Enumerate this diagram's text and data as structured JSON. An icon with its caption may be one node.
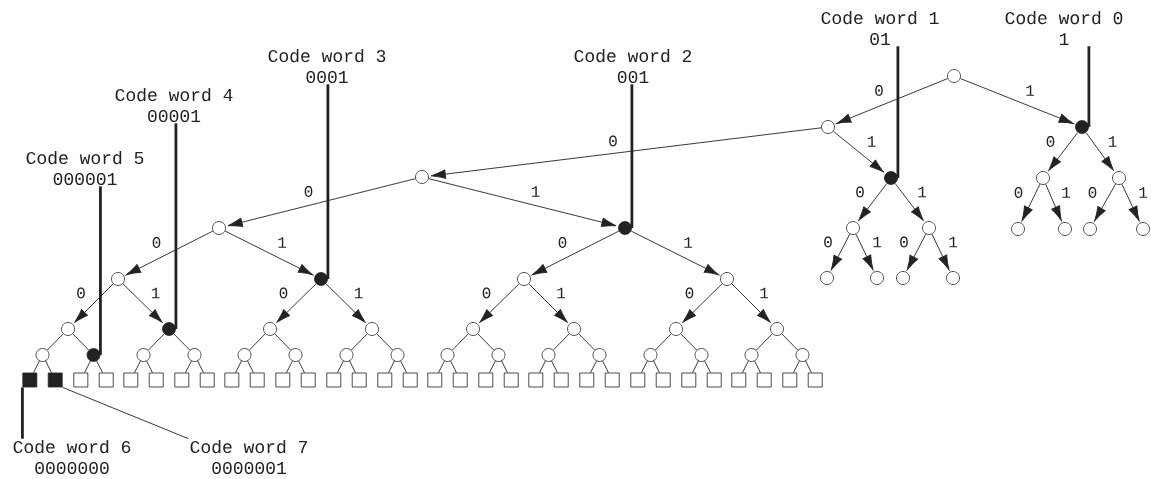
{
  "diagram": {
    "nodes": [
      {
        "text": [
          "Code word 1",
          "01"
        ]
      },
      {
        "text": [
          "Code word 0",
          "1"
        ]
      },
      {
        "text": [
          "Code word 3",
          "0001"
        ]
      },
      {
        "text": [
          "Code word 2",
          "001"
        ]
      },
      {
        "text": [
          "Code word 4",
          "00001"
        ]
      },
      {
        "text": [
          "Code word 5",
          "000001"
        ]
      },
      {
        "text": [],
        "shape": "circle"
      },
      {
        "text": [],
        "shape": "circle"
      },
      {
        "text": [],
        "shape": "circle"
      },
      {
        "text": [],
        "shape": "circle"
      },
      {
        "text": [],
        "shape": "circle"
      },
      {
        "text": [],
        "shape": "circle"
      },
      {
        "text": [],
        "shape": "circle"
      },
      {
        "text": [],
        "shape": "circle"
      },
      {
        "text": [],
        "shape": "circle"
      },
      {
        "text": [],
        "shape": "circle"
      },
      {
        "text": [],
        "shape": "circle"
      },
      {
        "text": [],
        "shape": "circle"
      },
      {
        "text": [],
        "shape": "circle"
      },
      {
        "text": [],
        "shape": "circle"
      },
      {
        "text": [],
        "shape": "circle"
      },
      {
        "text": [],
        "shape": "circle"
      },
      {
        "text": [],
        "shape": "circle"
      },
      {
        "text": [],
        "shape": "circle"
      },
      {
        "text": [],
        "shape": "circle"
      },
      {
        "text": [],
        "shape": "circle"
      },
      {
        "text": [],
        "shape": "circle"
      },
      {
        "text": [],
        "shape": "circle"
      },
      {
        "text": [],
        "shape": "circle"
      },
      {
        "text": [],
        "shape": "circle"
      },
      {
        "text": [],
        "shape": "circle"
      },
      {
        "text": [],
        "shape": "circle"
      },
      {
        "text": [],
        "shape": "circle"
      },
      {
        "text": [],
        "shape": "circle"
      },
      {
        "text": [],
        "shape": "circle"
      },
      {
        "text": [],
        "shape": "circle"
      },
      {
        "text": [],
        "shape": "circle"
      },
      {
        "text": [],
        "shape": "circle"
      },
      {
        "text": [],
        "shape": "circle"
      },
      {
        "text": [],
        "shape": "circle"
      },
      {
        "text": [],
        "shape": "circle"
      },
      {
        "text": [],
        "shape": "circle"
      },
      {
        "text": [],
        "shape": "circle"
      },
      {
        "text": [],
        "shape": "circle"
      },
      {
        "text": [],
        "shape": "circle"
      },
      {
        "text": [],
        "shape": "circle"
      },
      {
        "text": [],
        "shape": "circle"
      },
      {
        "text": [],
        "shape": "circle"
      },
      {
        "text": [],
        "shape": "circle"
      },
      {
        "text": [],
        "shape": "circle"
      },
      {
        "text": [],
        "shape": "circle"
      },
      {
        "text": [],
        "shape": "circle"
      },
      {
        "text": [],
        "shape": "circle"
      },
      {
        "text": [],
        "shape": "box"
      },
      {
        "text": [],
        "shape": "box"
      },
      {
        "text": [],
        "shape": "box"
      },
      {
        "text": [],
        "shape": "box"
      },
      {
        "text": [],
        "shape": "box"
      },
      {
        "text": [],
        "shape": "box"
      },
      {
        "text": [],
        "shape": "box"
      },
      {
        "text": [],
        "shape": "box"
      },
      {
        "text": [],
        "shape": "box"
      },
      {
        "text": [],
        "shape": "box"
      },
      {
        "text": [],
        "shape": "box"
      },
      {
        "text": [],
        "shape": "box"
      },
      {
        "text": [],
        "shape": "box"
      },
      {
        "text": [],
        "shape": "box"
      },
      {
        "text": [],
        "shape": "box"
      },
      {
        "text": [],
        "shape": "box"
      },
      {
        "text": [],
        "shape": "box"
      },
      {
        "text": [],
        "shape": "box"
      },
      {
        "text": [],
        "shape": "box"
      },
      {
        "text": [],
        "shape": "box"
      },
      {
        "text": [],
        "shape": "box"
      },
      {
        "text": [],
        "shape": "box"
      },
      {
        "text": [],
        "shape": "box"
      },
      {
        "text": [],
        "shape": "box"
      },
      {
        "text": [],
        "shape": "box"
      },
      {
        "text": [],
        "shape": "box"
      },
      {
        "text": [],
        "shape": "box"
      },
      {
        "text": [],
        "shape": "box"
      },
      {
        "text": [],
        "shape": "box"
      },
      {
        "text": [],
        "shape": "box"
      },
      {
        "text": [],
        "shape": "box"
      },
      {
        "text": [],
        "shape": "box"
      },
      {
        "text": [
          "Code word 6",
          "0000000"
        ]
      },
      {
        "text": [
          "Code word 7",
          "0000001"
        ]
      }
    ],
    "edges": [
      {
        "from": 6,
        "to": 7,
        "arrow": "to",
        "label": "0"
      },
      {
        "from": 6,
        "to": 8,
        "arrow": "to",
        "label": "1"
      },
      {
        "from": 7,
        "to": 9,
        "arrow": "to",
        "label": "0"
      },
      {
        "from": 7,
        "to": 10,
        "arrow": "to",
        "label": "1"
      },
      {
        "from": 8,
        "to": 11,
        "arrow": "to",
        "label": "0"
      },
      {
        "from": 8,
        "to": 12,
        "arrow": "to",
        "label": "1"
      },
      {
        "from": 9,
        "to": 13,
        "arrow": "to",
        "label": "0"
      },
      {
        "from": 9,
        "to": 14,
        "arrow": "to",
        "label": "1"
      },
      {
        "from": 10,
        "to": 15,
        "arrow": "to",
        "label": "0"
      },
      {
        "from": 10,
        "to": 16,
        "arrow": "to",
        "label": "1"
      },
      {
        "from": 11,
        "to": 17,
        "arrow": "to",
        "label": "0"
      },
      {
        "from": 11,
        "to": 18,
        "arrow": "to",
        "label": "1"
      },
      {
        "from": 12,
        "to": 19,
        "arrow": "to",
        "label": "0"
      },
      {
        "from": 12,
        "to": 20,
        "arrow": "to",
        "label": "1"
      },
      {
        "from": 13,
        "to": 21,
        "arrow": "to",
        "label": "0"
      },
      {
        "from": 13,
        "to": 22,
        "arrow": "to",
        "label": "1"
      },
      {
        "from": 14,
        "to": 23,
        "arrow": "to",
        "label": "0"
      },
      {
        "from": 14,
        "to": 24,
        "arrow": "to",
        "label": "1"
      },
      {
        "from": 15,
        "to": 25,
        "arrow": "to",
        "label": "0"
      },
      {
        "from": 15,
        "to": 26,
        "arrow": "to",
        "label": "1"
      },
      {
        "from": 16,
        "to": 27,
        "arrow": "to",
        "label": "0"
      },
      {
        "from": 16,
        "to": 28,
        "arrow": "to",
        "label": "1"
      },
      {
        "from": 21,
        "to": 29,
        "arrow": "to",
        "label": "0"
      },
      {
        "from": 21,
        "to": 30,
        "arrow": "to",
        "label": "1"
      },
      {
        "from": 22,
        "to": 31,
        "arrow": "to",
        "label": "0"
      },
      {
        "from": 22,
        "to": 32,
        "arrow": "to",
        "label": "1"
      },
      {
        "from": 23,
        "to": 33,
        "arrow": "to",
        "label": "0"
      },
      {
        "from": 23,
        "to": 34,
        "arrow": "to",
        "label": "1"
      },
      {
        "from": 24,
        "to": 35,
        "arrow": "to",
        "label": "0"
      },
      {
        "from": 24,
        "to": 36,
        "arrow": "to",
        "label": "1"
      },
      {
        "from": 29,
        "to": 37,
        "arrow": "none"
      },
      {
        "from": 29,
        "to": 38,
        "arrow": "none"
      },
      {
        "from": 30,
        "to": 39,
        "arrow": "none"
      },
      {
        "from": 30,
        "to": 40,
        "arrow": "none"
      },
      {
        "from": 31,
        "to": 41,
        "arrow": "none"
      },
      {
        "from": 31,
        "to": 42,
        "arrow": "none"
      },
      {
        "from": 32,
        "to": 43,
        "arrow": "none"
      },
      {
        "from": 32,
        "to": 44,
        "arrow": "none"
      },
      {
        "from": 33,
        "to": 45,
        "arrow": "none"
      },
      {
        "from": 33,
        "to": 46,
        "arrow": "none"
      },
      {
        "from": 34,
        "to": 47,
        "arrow": "none"
      },
      {
        "from": 34,
        "to": 48,
        "arrow": "none"
      },
      {
        "from": 35,
        "to": 49,
        "arrow": "none"
      },
      {
        "from": 35,
        "to": 50,
        "arrow": "none"
      },
      {
        "from": 36,
        "to": 51,
        "arrow": "none"
      },
      {
        "from": 36,
        "to": 52,
        "arrow": "none"
      },
      {
        "from": 37,
        "to": 53,
        "arrow": "none"
      },
      {
        "from": 37,
        "to": 54,
        "arrow": "none"
      },
      {
        "from": 38,
        "to": 55,
        "arrow": "none"
      },
      {
        "from": 38,
        "to": 56,
        "arrow": "none"
      },
      {
        "from": 39,
        "to": 57,
        "arrow": "none"
      },
      {
        "from": 39,
        "to": 58,
        "arrow": "none"
      },
      {
        "from": 40,
        "to": 59,
        "arrow": "none"
      },
      {
        "from": 40,
        "to": 60,
        "arrow": "none"
      },
      {
        "from": 41,
        "to": 61,
        "arrow": "none"
      },
      {
        "from": 41,
        "to": 62,
        "arrow": "none"
      },
      {
        "from": 42,
        "to": 63,
        "arrow": "none"
      },
      {
        "from": 42,
        "to": 64,
        "arrow": "none"
      },
      {
        "from": 43,
        "to": 65,
        "arrow": "none"
      },
      {
        "from": 43,
        "to": 66,
        "arrow": "none"
      },
      {
        "from": 44,
        "to": 67,
        "arrow": "none"
      },
      {
        "from": 44,
        "to": 68,
        "arrow": "none"
      },
      {
        "from": 45,
        "to": 69,
        "arrow": "none"
      },
      {
        "from": 45,
        "to": 70,
        "arrow": "none"
      },
      {
        "from": 46,
        "to": 71,
        "arrow": "none"
      },
      {
        "from": 46,
        "to": 72,
        "arrow": "none"
      },
      {
        "from": 47,
        "to": 73,
        "arrow": "none"
      },
      {
        "from": 47,
        "to": 74,
        "arrow": "none"
      },
      {
        "from": 48,
        "to": 75,
        "arrow": "none"
      },
      {
        "from": 48,
        "to": 76,
        "arrow": "none"
      },
      {
        "from": 49,
        "to": 77,
        "arrow": "none"
      },
      {
        "from": 49,
        "to": 78,
        "arrow": "none"
      },
      {
        "from": 50,
        "to": 79,
        "arrow": "none"
      },
      {
        "from": 50,
        "to": 80,
        "arrow": "none"
      },
      {
        "from": 51,
        "to": 81,
        "arrow": "none"
      },
      {
        "from": 51,
        "to": 82,
        "arrow": "none"
      },
      {
        "from": 52,
        "to": 83,
        "arrow": "none"
      },
      {
        "from": 52,
        "to": 84,
        "arrow": "none"
      },
      {
        "from": 0,
        "to": 10,
        "arrow": "none",
        "style": "thick"
      },
      {
        "from": 1,
        "to": 8,
        "arrow": "none",
        "style": "thick"
      },
      {
        "from": 2,
        "to": 22,
        "arrow": "none",
        "style": "thick"
      },
      {
        "from": 3,
        "to": 14,
        "arrow": "none",
        "style": "thick"
      },
      {
        "from": 4,
        "to": 30,
        "arrow": "none",
        "style": "thick"
      },
      {
        "from": 5,
        "to": 38,
        "arrow": "none",
        "style": "thick"
      },
      {
        "from": 85,
        "to": 53,
        "arrow": "none",
        "style": "thick"
      },
      {
        "from": 86,
        "to": 54,
        "arrow": "none"
      }
    ]
  }
}
